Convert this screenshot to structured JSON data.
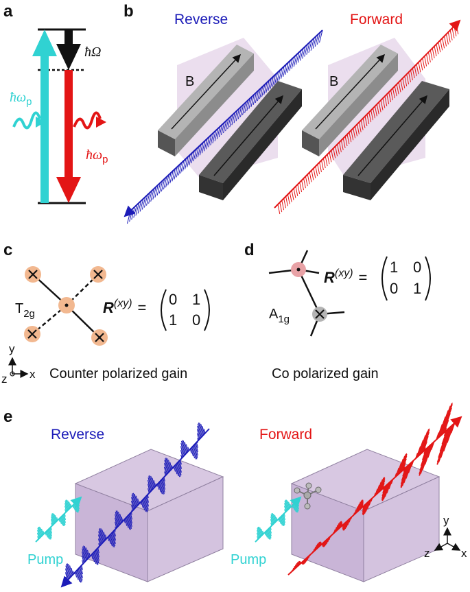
{
  "panels": {
    "a": {
      "label": "a",
      "omega": "ħΩ",
      "pump": "ħω",
      "pump_sub": "p",
      "signal": "ħω",
      "signal_sub": "p"
    },
    "b": {
      "label": "b",
      "reverse": "Reverse",
      "forward": "Forward",
      "field_left": "B",
      "field_right": "B"
    },
    "c": {
      "label": "c",
      "symmetry": "T",
      "symmetry_sub": "2g",
      "matrix_symbol": "R",
      "matrix_sup": "(xy)",
      "matrix": [
        [
          "0",
          "1"
        ],
        [
          "1",
          "0"
        ]
      ],
      "caption": "Counter polarized gain",
      "axis_y": "y",
      "axis_x": "x",
      "axis_z": "z"
    },
    "d": {
      "label": "d",
      "symmetry": "A",
      "symmetry_sub": "1g",
      "matrix_symbol": "R",
      "matrix_sup": "(xy)",
      "matrix": [
        [
          "1",
          "0"
        ],
        [
          "0",
          "1"
        ]
      ],
      "caption": "Co polarized gain"
    },
    "e": {
      "label": "e",
      "reverse": "Reverse",
      "forward": "Forward",
      "pump_left": "Pump",
      "pump_right": "Pump",
      "axis_y": "y",
      "axis_z": "z",
      "axis_x": "x"
    }
  },
  "colors": {
    "reverse": "#1c1cb8",
    "forward": "#e31515",
    "pump": "#30d2d2",
    "crystal": "#c8b4d6",
    "node_orange": "#f2b890"
  }
}
